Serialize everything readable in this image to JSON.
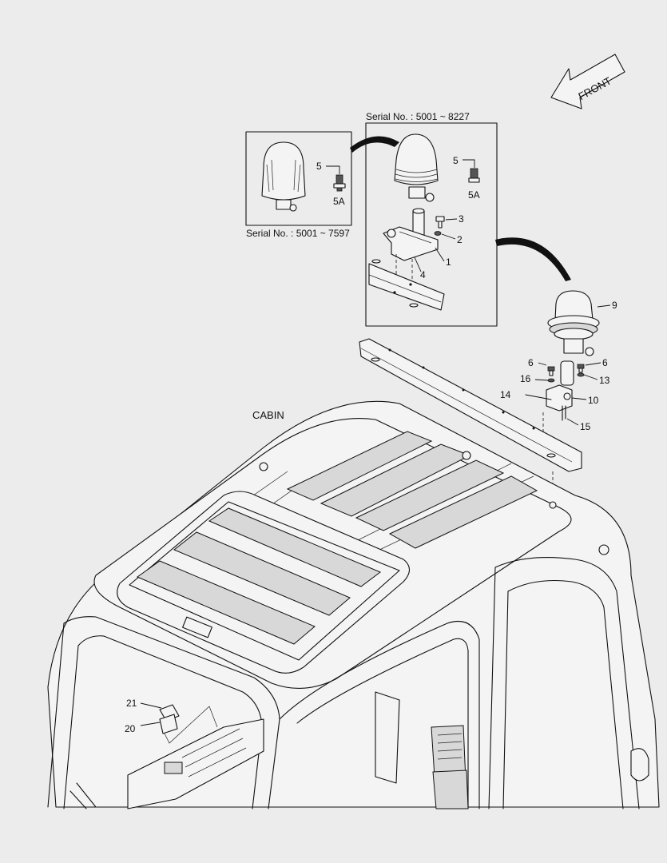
{
  "direction": {
    "label": "FRONT"
  },
  "insets": {
    "small": {
      "serial": "Serial No. : 5001 ~ 7597"
    },
    "large": {
      "serial": "Serial No. : 5001 ~ 8227"
    }
  },
  "assembly": {
    "label": "CABIN"
  },
  "callouts": {
    "inset_small_bulb": "5",
    "inset_small_bulb_a": "5A",
    "inset_large_bulb": "5",
    "inset_large_bulb_a": "5A",
    "bolt": "3",
    "washer": "2",
    "bracket": "1",
    "plate": "4",
    "beacon": "9",
    "screw_left": "6",
    "screw_right": "6",
    "washer_left": "16",
    "washer_right": "13",
    "cable_end": "14",
    "mount_bracket": "10",
    "cable": "15",
    "switch_top": "21",
    "switch_body": "20"
  }
}
